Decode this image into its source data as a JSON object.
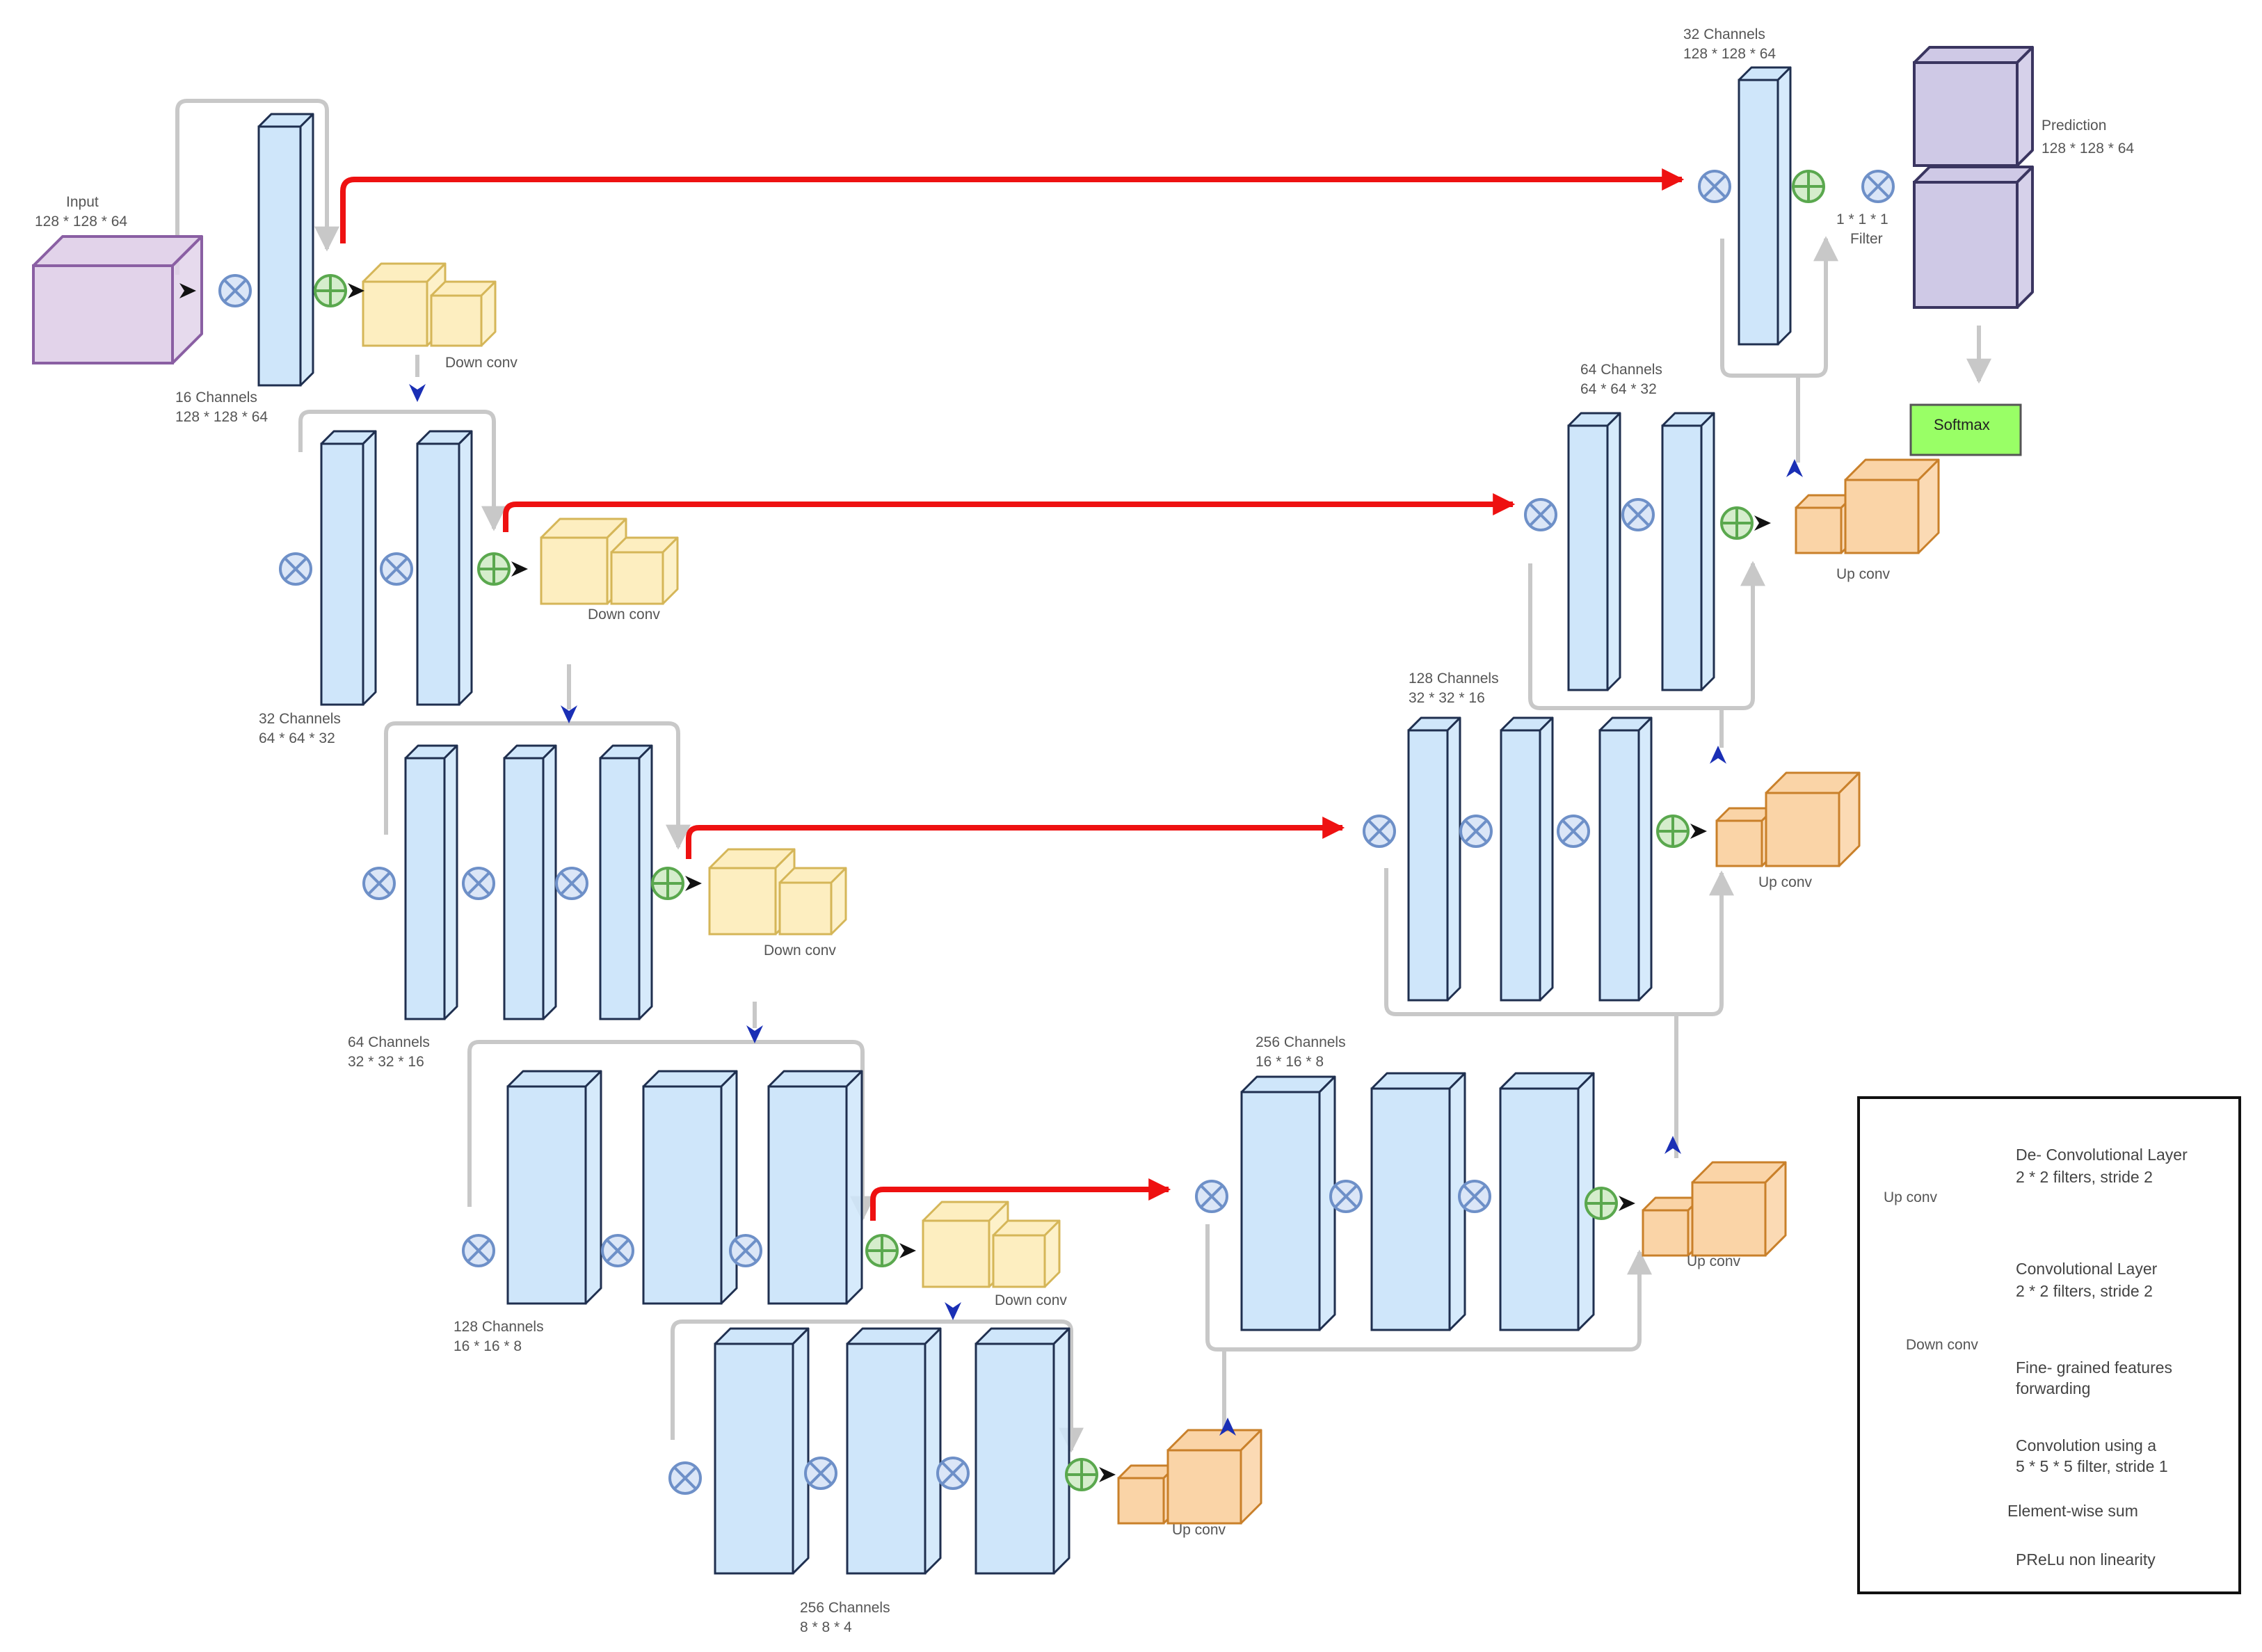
{
  "colors": {
    "blue_block_fill": "#cfe6fa",
    "blue_block_stroke": "#1f2f4f",
    "down_cube_fill": "#fdeec0",
    "down_cube_stroke": "#d5b658",
    "up_cube_fill": "#fad4a7",
    "up_cube_stroke": "#c9802a",
    "input_fill": "#e2d3ea",
    "input_stroke": "#8a5fa3",
    "pred_fill": "#cfc9e6",
    "pred_stroke": "#3a3560",
    "softmax_fill": "#99ff66",
    "forward_arrow": "#ee1111",
    "skip_line": "#c8c8c8",
    "prelu_arrow": "#1a2fb5",
    "sum_symbol": "#6e90c8",
    "conv_symbol": "#5aa84e"
  },
  "labels": {
    "input_title": "Input",
    "input_dims": "128 * 128 * 64",
    "enc1_channels": "16 Channels",
    "enc1_dims": "128 * 128 * 64",
    "enc2_channels": "32 Channels",
    "enc2_dims": "64 * 64 * 32",
    "enc3_channels": "64 Channels",
    "enc3_dims": "32 * 32 * 16",
    "enc4_channels": "128 Channels",
    "enc4_dims": "16 * 16 * 8",
    "bottom_channels": "256 Channels",
    "bottom_dims": "8 * 8 * 4",
    "dec4_channels": "256 Channels",
    "dec4_dims": "16 * 16 * 8",
    "dec3_channels": "128 Channels",
    "dec3_dims": "32 * 32 * 16",
    "dec2_channels": "64 Channels",
    "dec2_dims": "64 * 64 * 32",
    "dec1_channels": "32 Channels",
    "dec1_dims": "128 * 128 * 64",
    "prediction_title": "Prediction",
    "prediction_dims": "128 * 128 * 64",
    "filter_dims": "1 * 1 * 1",
    "filter_label": "Filter",
    "softmax": "Softmax",
    "down_conv": "Down conv",
    "up_conv": "Up conv"
  },
  "legend": {
    "deconv_title": "De- Convolutional Layer",
    "deconv_desc": "2 * 2 filters, stride 2",
    "deconv_caption": "Up conv",
    "conv_title": "Convolutional Layer",
    "conv_desc": "2 * 2 filters, stride 2",
    "conv_caption": "Down conv",
    "forward_line1": "Fine- grained features",
    "forward_line2": "forwarding",
    "convolution_line1": "Convolution using a",
    "convolution_line2": "5 * 5 * 5 filter, stride 1",
    "sum": "Element-wise sum",
    "prelu": "PReLu non linearity"
  }
}
